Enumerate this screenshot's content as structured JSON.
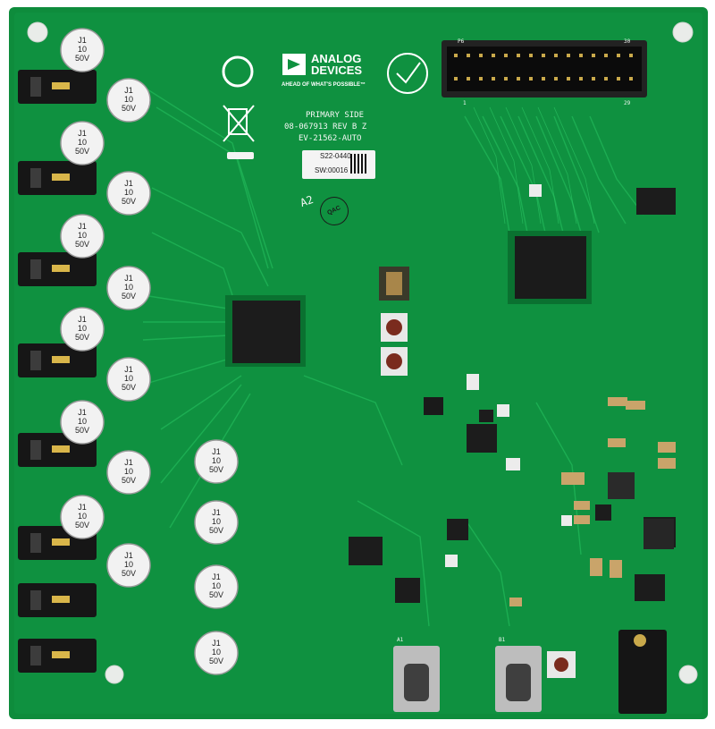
{
  "board": {
    "brand_line1": "ANALOG",
    "brand_line2": "DEVICES",
    "tagline": "AHEAD OF WHAT'S POSSIBLE™",
    "primary_side": "PRIMARY SIDE",
    "part_number": "08-067913 REV B Z",
    "model": "EV-21562-AUTO",
    "serial": "S22-0440",
    "sw": "SW:00016",
    "stamp_a2": "A2",
    "stamp_qac": "QAC",
    "cap_text": [
      "J1",
      "10",
      "50V"
    ],
    "header_pin_1": "1",
    "header_pin_30": "30",
    "header_pin_29": "29",
    "header_label": "P6",
    "usb_a": "A1",
    "usb_b": "B1"
  },
  "colors": {
    "pcb": "#0e8c3c",
    "pcb_dark": "#0a7130",
    "trace": "#10a445",
    "silk": "#f1f5f1",
    "ic": "#1a1a1a",
    "metal": "#c8c8c8"
  }
}
